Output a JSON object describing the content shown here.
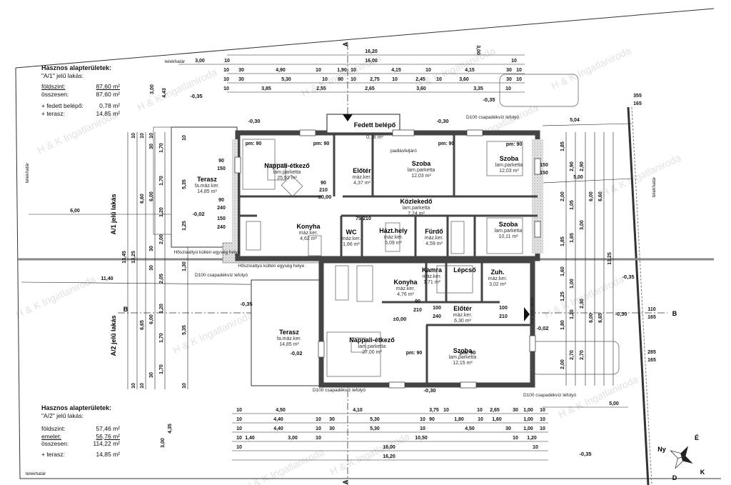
{
  "watermark": "H & K Ingatlaniroda",
  "legend_a1": {
    "title": "Hasznos alapterületek:",
    "subtitle": "\"A/1\" jelű lakás:",
    "rows": [
      {
        "label": "földszint:",
        "value": "87,60 m²"
      },
      {
        "label": "összesen:",
        "value": "87,60 m²"
      },
      {
        "label": "+ fedett belépő:",
        "value": "0,78 m²"
      },
      {
        "label": "+ terasz:",
        "value": "14,85 m²"
      }
    ]
  },
  "legend_a2": {
    "title": "Hasznos alapterületek:",
    "subtitle": "\"A/2\" jelű lakás:",
    "rows": [
      {
        "label": "földszint:",
        "value": "57,46 m²"
      },
      {
        "label": "emelet:",
        "value": "56,76 m²"
      },
      {
        "label": "összesen:",
        "value": "114,22 m²"
      },
      {
        "label": "+ terasz:",
        "value": "14,85 m²"
      }
    ]
  },
  "rooms_a1": [
    {
      "name": "Fedett belépő",
      "finish": "",
      "area": "0,78 m²"
    },
    {
      "name": "Nappali-étkező",
      "finish": "lam.parketta",
      "area": "25,92 m²"
    },
    {
      "name": "Előtér",
      "finish": "máz.ker.",
      "area": "4,37 m²"
    },
    {
      "name": "Szoba",
      "finish": "lam.parketta",
      "area": "12,03 m²"
    },
    {
      "name": "Szoba",
      "finish": "lam.parketta",
      "area": "12,03 m²"
    },
    {
      "name": "Közlekedő",
      "finish": "lam.parketta",
      "area": "7,24 m²"
    },
    {
      "name": "Konyha",
      "finish": "máz.ker.",
      "area": "4,62 m²"
    },
    {
      "name": "WC",
      "finish": "máz.ker.",
      "area": "1,66 m²"
    },
    {
      "name": "Házt.hely",
      "finish": "máz.ker.",
      "area": "5,09 m²"
    },
    {
      "name": "Fürdő",
      "finish": "máz.ker.",
      "area": "4,59 m²"
    },
    {
      "name": "Szoba",
      "finish": "lam.parketta",
      "area": "10,11 m²"
    },
    {
      "name": "Terasz",
      "finish": "fa.máz.ker.",
      "area": "14,85 m²"
    }
  ],
  "rooms_a2": [
    {
      "name": "Konyha",
      "finish": "máz.ker.",
      "area": "4,76 m²"
    },
    {
      "name": "Kamra",
      "finish": "máz.ker.",
      "area": "1,71 m²"
    },
    {
      "name": "Lépcső",
      "finish": "",
      "area": ""
    },
    {
      "name": "Zuh.",
      "finish": "máz.ker.",
      "area": "3,02 m²"
    },
    {
      "name": "Előtér",
      "finish": "máz.ker.",
      "area": "6,30 m²"
    },
    {
      "name": "Nappali-étkező",
      "finish": "lam.parketta",
      "area": "27,00 m²"
    },
    {
      "name": "Szoba",
      "finish": "lam.parketta",
      "area": "12,15 m²"
    },
    {
      "name": "Terasz",
      "finish": "fa.máz.ker.",
      "area": "14,85 m²"
    }
  ],
  "annotations": {
    "boundary": "telekhatár",
    "downpipe": "D100 csapadékvíz lefolyó",
    "heatpump": "Hőszivattyú kültéri egység helye",
    "attic": "padlásfeljáró",
    "unit_a1": "A/1 jelű lakás",
    "unit_a2": "A/2 jelű lakás",
    "section_a": "A",
    "section_b": "B",
    "window_pm": "pm: 90"
  },
  "compass": [
    "É",
    "K",
    "D",
    "Ny"
  ],
  "dims": {
    "top": [
      [
        "16,20"
      ],
      [
        "3,00",
        "10",
        "16,00",
        "10"
      ],
      [
        "10",
        "30",
        "4,90",
        "10",
        "1,90",
        "10",
        "4,15",
        "10",
        "4,15",
        "30",
        "10"
      ],
      [
        "10",
        "30",
        "5,30",
        "10",
        "90",
        "10",
        "2,75",
        "10",
        "2,45",
        "10",
        "3,60",
        "30",
        "10"
      ],
      [
        "10",
        "3,85",
        "2,55",
        "2,65",
        "3,60",
        "3,35",
        "10"
      ]
    ],
    "bottom": [
      [
        "10",
        "4,50",
        "4,10",
        "3,75",
        "10",
        "10",
        "2,65",
        "30",
        "1,00",
        "10"
      ],
      [
        "10",
        "4,40",
        "10",
        "30",
        "5,30",
        "10",
        "90",
        "1,80",
        "10",
        "1,60",
        "1,00",
        "10"
      ],
      [
        "10",
        "4,40",
        "10",
        "30",
        "5,30",
        "10",
        "4,50",
        "30",
        "1,00",
        "10"
      ],
      [
        "10",
        "1,40",
        "3,00",
        "10",
        "10,50",
        "10",
        "1,20"
      ],
      [
        "10",
        "16,00",
        "10"
      ],
      [
        "16,20"
      ]
    ],
    "left": [
      [
        "13,45"
      ],
      [
        "10",
        "13,25",
        "10"
      ],
      [
        "10",
        "6,60",
        "6,65",
        "10"
      ],
      [
        "10",
        "30",
        "6,00",
        "30",
        "30",
        "6,00",
        "30"
      ],
      [
        "1,70",
        "1,70",
        "1,20",
        "2,00",
        "2,05",
        "1,20",
        "1,70",
        "1,70"
      ],
      [
        "10",
        "5,35",
        "1,25",
        "1,30",
        "5,35",
        "10"
      ]
    ],
    "left_misc": [
      "6,00",
      "11,40",
      "4,43",
      "4,35",
      "3,00",
      "3,00"
    ],
    "right": [
      [
        "1,85",
        "2,00",
        "1,85",
        "1,60",
        "1,25",
        "1,80",
        "2,00"
      ],
      [
        "2,90",
        "1,05",
        "1,65",
        "1,00",
        "1,20",
        "2,70"
      ],
      [
        "2,90",
        "3,00",
        "2,30",
        "2,70"
      ],
      [
        "6,00",
        "6,00"
      ],
      [
        "6,60",
        "6,65"
      ],
      [
        "13,25"
      ]
    ],
    "right_misc": [
      "5,04",
      "5,00",
      "5,00",
      "3,00"
    ],
    "parking": [
      "355",
      "165",
      "110",
      "165",
      "285",
      "165"
    ]
  },
  "levels": [
    "-0,35",
    "-0,30",
    "-0,30",
    "-0,35",
    "-0,02",
    "±0,00",
    "-0,35",
    "-0,02",
    "±0,00",
    "-0,30",
    "-0,35",
    "-0,30",
    "-0,02",
    "-0,35"
  ],
  "openings": [
    "90",
    "150",
    "90",
    "240",
    "150",
    "240",
    "90",
    "210",
    "100",
    "240",
    "90",
    "210",
    "150",
    "150",
    "100",
    "210",
    "75",
    "210"
  ]
}
